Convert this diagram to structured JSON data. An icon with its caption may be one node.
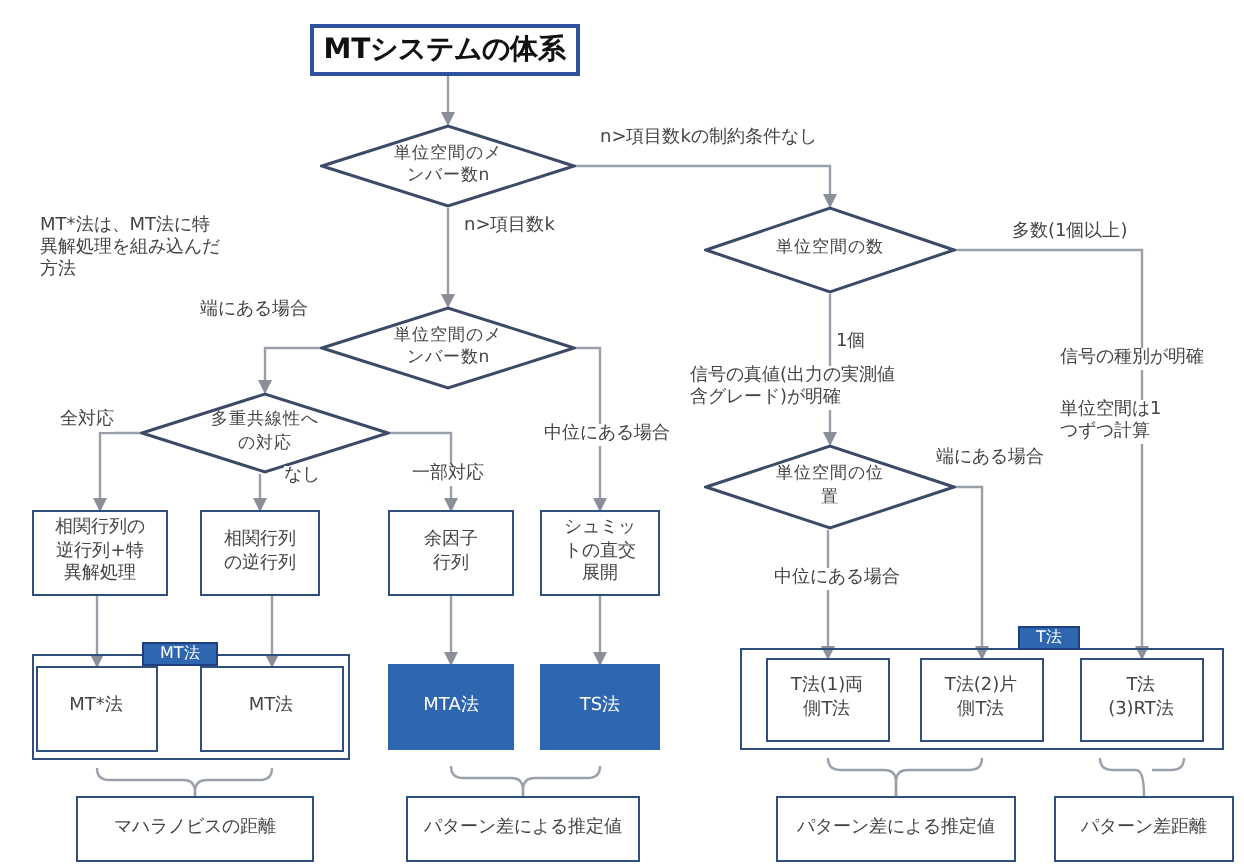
{
  "diagram": {
    "title": "MTシステムの体系",
    "nodes": [
      {
        "text": [
          "単位空間のメンバー数n"
        ]
      },
      {
        "text": [
          "単位空間のメンバー数n"
        ]
      },
      {
        "text": [
          "単位空間の数"
        ]
      },
      {
        "text": [
          "多重共線性への対応"
        ]
      },
      {
        "text": [
          "単位空間の位置"
        ]
      },
      {
        "text": [
          "相関行列の逆行列+特異解処理"
        ]
      },
      {
        "text": [
          "相関行列の逆行列"
        ]
      },
      {
        "text": [
          "余因子行列"
        ]
      },
      {
        "text": [
          "シュミットの直交展開"
        ]
      },
      {
        "text": [
          "MT法"
        ]
      },
      {
        "text": [
          "MT*法"
        ],
        "in": 9
      },
      {
        "text": [
          "MT法"
        ],
        "in": 9
      },
      {
        "text": [
          "MTA法"
        ]
      },
      {
        "text": [
          "TS法"
        ]
      },
      {
        "text": [
          "T法"
        ]
      },
      {
        "text": [
          "T法(1)両側T法"
        ],
        "in": 14
      },
      {
        "text": [
          "T法(2)片側T法"
        ],
        "in": 14
      },
      {
        "text": [
          "T法(3)RT法"
        ],
        "in": 14
      },
      {
        "text": [
          "マハラノビスの距離"
        ]
      },
      {
        "text": [
          "パターン差による推定値"
        ]
      },
      {
        "text": [
          "パターン差による推定値"
        ]
      },
      {
        "text": [
          "パターン差距離"
        ]
      }
    ],
    "edges": [
      {
        "from": null,
        "to": 0,
        "arrow": "to"
      },
      {
        "from": 0,
        "to": 1,
        "arrow": "to",
        "label": "n>項目数k"
      },
      {
        "from": 0,
        "to": 2,
        "arrow": "to",
        "label": "n>項目数kの制約条件なし"
      },
      {
        "from": 1,
        "to": 3,
        "arrow": "to",
        "label": "端にある場合"
      },
      {
        "from": 1,
        "to": 8,
        "arrow": "to",
        "label": "中位にある場合"
      },
      {
        "from": 3,
        "to": 5,
        "arrow": "to",
        "label": "全対応"
      },
      {
        "from": 3,
        "to": 6,
        "arrow": "to",
        "label": "なし"
      },
      {
        "from": 3,
        "to": 7,
        "arrow": "to",
        "label": "一部対応"
      },
      {
        "from": 2,
        "to": 4,
        "arrow": "to",
        "label": "1個"
      },
      {
        "from": 2,
        "to": 17,
        "arrow": "to",
        "label": "多数(1個以上)"
      },
      {
        "from": 4,
        "to": 15,
        "arrow": "to",
        "label": "中位にある場合"
      },
      {
        "from": 4,
        "to": 16,
        "arrow": "to",
        "label": "端にある場合"
      },
      {
        "from": 5,
        "to": 10,
        "arrow": "to"
      },
      {
        "from": 6,
        "to": 11,
        "arrow": "to"
      },
      {
        "from": 7,
        "to": 12,
        "arrow": "to"
      },
      {
        "from": 8,
        "to": 13,
        "arrow": "to"
      },
      {
        "from": 10,
        "to": 18,
        "arrow": "none"
      },
      {
        "from": 11,
        "to": 18,
        "arrow": "none"
      },
      {
        "from": 12,
        "to": 19,
        "arrow": "none"
      },
      {
        "from": 13,
        "to": 19,
        "arrow": "none"
      },
      {
        "from": 15,
        "to": 20,
        "arrow": "none"
      },
      {
        "from": 16,
        "to": 20,
        "arrow": "none"
      },
      {
        "from": 17,
        "to": 21,
        "arrow": "none"
      }
    ],
    "labels": [
      "MT*法は、MT法に特異解処理を組み込んだ方法",
      "信号の真値(出力の実測値含グレード)が明確",
      "信号の種別が明確",
      "単位空間は1つずつ計算"
    ]
  }
}
